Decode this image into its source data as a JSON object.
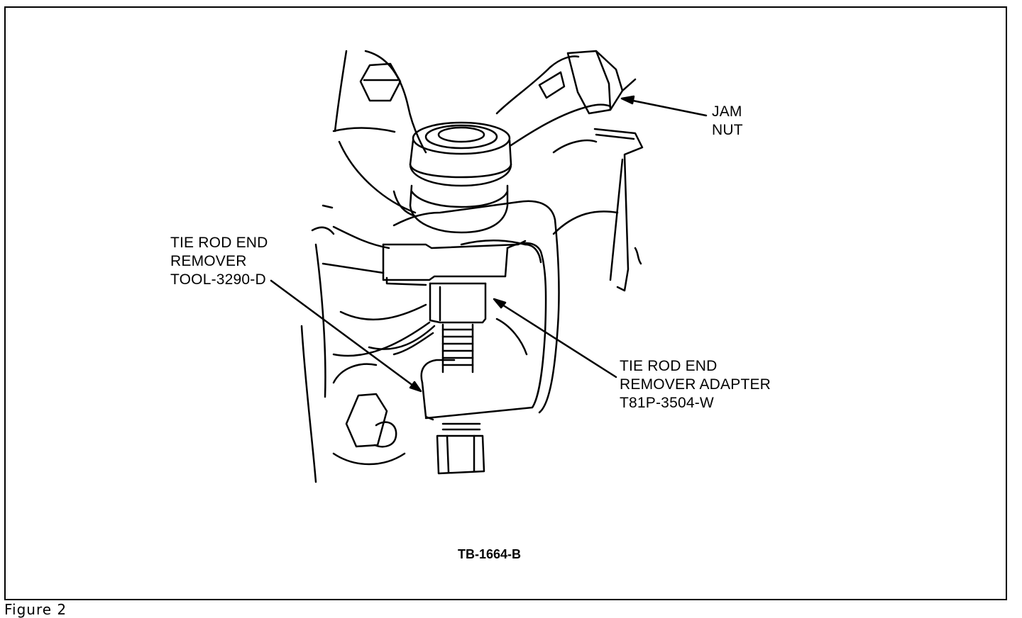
{
  "diagram": {
    "labels": {
      "jam_nut": [
        "JAM",
        "NUT"
      ],
      "remover_tool": [
        "TIE ROD END",
        "REMOVER",
        "TOOL-3290-D"
      ],
      "remover_adapter": [
        "TIE ROD END",
        "REMOVER ADAPTER",
        "T81P-3504-W"
      ]
    },
    "drawing_code": "TB-1664-B"
  },
  "caption": "Figure  2"
}
